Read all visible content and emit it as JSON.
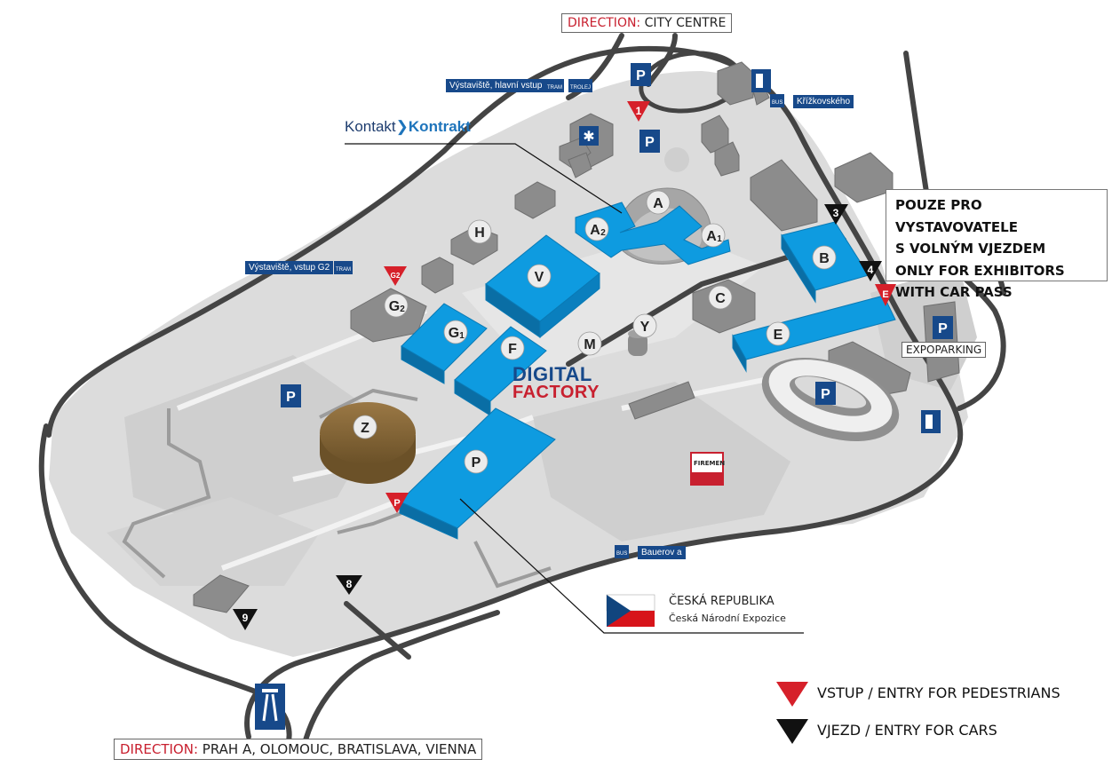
{
  "top_direction": {
    "prefix": "DIRECTION:",
    "text": "CITY CENTRE"
  },
  "bottom_direction": {
    "prefix": "DIRECTION:",
    "text": "PRAH A, OLOMOUC, BRATISLAVA, VIENNA"
  },
  "exhibitor_note": [
    "POUZE PRO VYSTAVOVATELE",
    "S VOLNÝM VJEZDEM",
    "ONLY FOR EXHIBITORS",
    "WITH CAR PASS"
  ],
  "stop_labels": {
    "main_entrance": "Výstaviště, hlavní vstup",
    "g2_entrance": "Výstaviště, vstup G2",
    "krizkovskeho": "Křížkovského",
    "bauerova": "Bauerov a",
    "tram": "TRAM",
    "trolej": "TROLEJ",
    "bus": "BUS"
  },
  "expoparking": "EXPOPARKING",
  "kontakt": {
    "part1": "Kontakt",
    "part2": "Kontrakt"
  },
  "digital_factory": {
    "line1": "DIGITAL",
    "line2": "FACTORY"
  },
  "firemen": "FIREMEN",
  "czech": {
    "title": "ČESKÁ REPUBLIKA",
    "subtitle": "Česká Národní Expozice"
  },
  "pavilions": {
    "A": "A",
    "A1": "A",
    "A1_sub": "1",
    "A2": "A",
    "A2_sub": "2",
    "B": "B",
    "C": "C",
    "E": "E",
    "F": "F",
    "G1": "G",
    "G1_sub": "1",
    "G2": "G",
    "G2_sub": "2",
    "H": "H",
    "M": "M",
    "P": "P",
    "V": "V",
    "Y": "Y",
    "Z": "Z"
  },
  "parking_letter": "P",
  "pedestrian_entries": [
    "1",
    "G2",
    "E",
    "P"
  ],
  "car_entries": [
    "3",
    "4",
    "8",
    "9"
  ],
  "legend": {
    "pedestrian": "VSTUP  / ENTRY FOR PEDESTRIANS",
    "car": "VJEZD  / ENTRY FOR CARS"
  },
  "colors": {
    "pavilion_blue": "#0e9be0",
    "road_dark": "#4a4a4a",
    "ground_gray": "#d9d9d9",
    "entry_red": "#d6202a",
    "sign_blue": "#17498a",
    "z_brown": "#8a6a3c"
  }
}
